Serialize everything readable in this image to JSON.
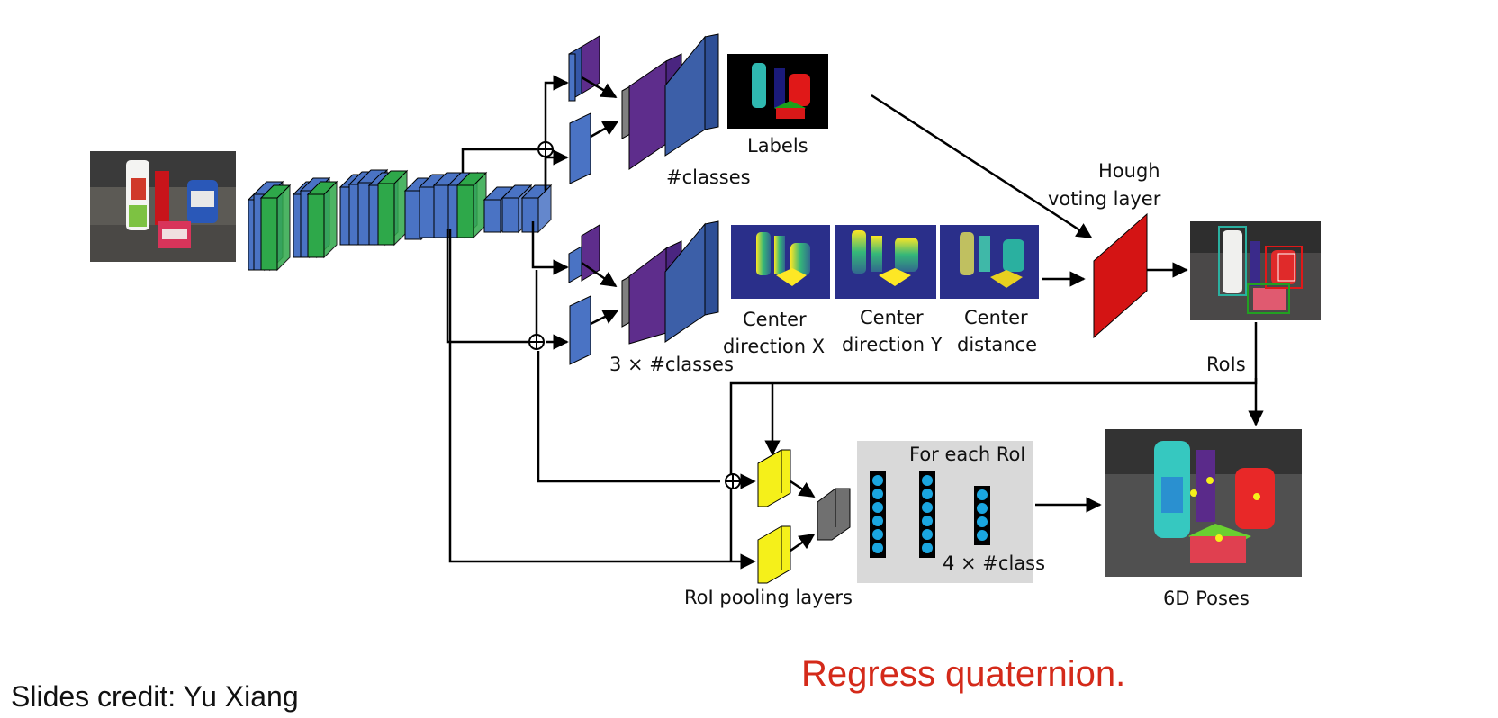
{
  "diagram": {
    "labels_caption": "Labels",
    "classes_caption": "#classes",
    "three_classes_caption": "3 × #classes",
    "center_x_line1": "Center",
    "center_x_line2": "direction X",
    "center_y_line1": "Center",
    "center_y_line2": "direction Y",
    "center_d_line1": "Center",
    "center_d_line2": "distance",
    "hough_line1": "Hough",
    "hough_line2": "voting layer",
    "rois_caption": "RoIs",
    "for_each_roi": "For each RoI",
    "four_class": "4 × #class",
    "roi_pooling": "RoI pooling layers",
    "poses_caption": "6D Poses"
  },
  "footer": {
    "credit": "Slides credit: Yu Xiang",
    "note": "Regress quaternion."
  },
  "colors": {
    "conv_blue": "#4a73c4",
    "conv_green": "#2ea84a",
    "purple": "#5e2d8c",
    "hough_red": "#d41414",
    "pool_yellow": "#f5f01a",
    "fc_cyan": "#1aa6e0",
    "note_red": "#d42a1a"
  }
}
